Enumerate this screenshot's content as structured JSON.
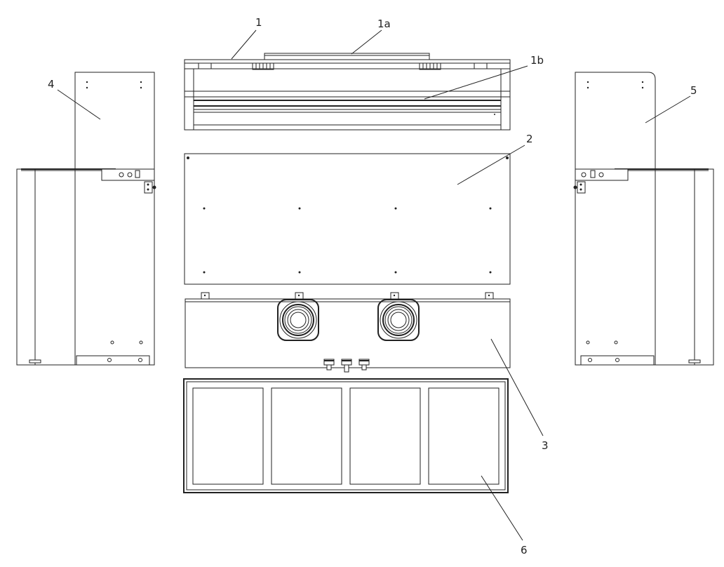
{
  "callouts": {
    "c1": "1",
    "c1a": "1a",
    "c1b": "1b",
    "c2": "2",
    "c3": "3",
    "c4": "4",
    "c5": "5",
    "c6": "6"
  }
}
